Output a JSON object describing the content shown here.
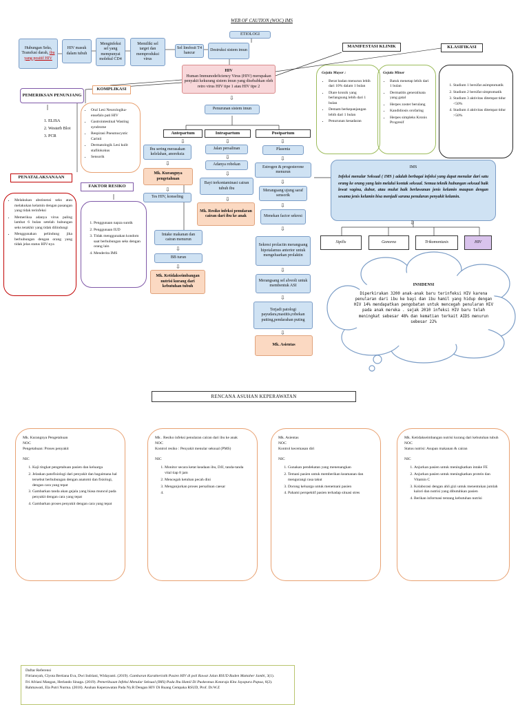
{
  "title": "WEB OF CAUTION (WOC) IMS",
  "etiology": {
    "header": "ETIOLOGI",
    "boxes": [
      {
        "pre": "Hubungan Seks, Transfusi darah, ",
        "link": "ibu yang positif HIV"
      },
      {
        "text": "HIV masuk dalam tubuh"
      },
      {
        "text": "Menginfeksi sel yang mempunyai molekul CD4"
      },
      {
        "text": "Memiliki sel target dan memproduksi virus"
      },
      {
        "text": "Sel limfosit T4 hancur"
      },
      {
        "text": "Destruksi sistem imun"
      }
    ]
  },
  "hiv": {
    "title": "HIV",
    "desc": "Human Immunodeficiency Virus (HIV) merupakan penyakit kekurang sistem imun yang disebabkan oleh retro virus HIV tipe 1 atau HIV tipe 2"
  },
  "immune_decline": "Penurunan sistem imun",
  "manifest": {
    "header": "MANIFESTASI KLINIK",
    "major_title": "Gejala Mayor :",
    "major": [
      "Berat badan menurun lebih dari 10% dalam 1 bulan",
      "Diare kronik yang berlangsung lebih dari 1 bulan",
      "Demam berkepanjangan lebih dari 1 bulan",
      "Penurunan kesadaran"
    ],
    "minor_title": "Gejala Minor",
    "minor": [
      "Batuk menetap lebih dari 1 bulan",
      "Dermatitis generalisata yang gatal",
      "Herpes zoster berulang",
      "Kandidiosis orofaring",
      "Herpes simpleks Kronis Progresif"
    ]
  },
  "klasifikasi": {
    "header": "KLASIFIKASI",
    "items": [
      "Stadium 1 bersifat asimptomatik",
      "Stadium 2 bersifat simptomatik",
      "Stadium 3 aktivitas ditempat tidur <50%",
      "Stadium 4 aktivitas ditempat tidur >50%"
    ]
  },
  "pemeriksaan": {
    "header": "PEMERIKSAN PENUNJANG",
    "items": [
      "ELISA",
      "Westerb Blot",
      "PCR"
    ]
  },
  "komplikasi": {
    "header": "KOMPLIKASI",
    "items": [
      "Oral Lesi Neurologika-ensefalo pati HIV",
      "Gastrointestinal Wasting syndrome",
      "Respirasi Pneumocystic Carinii",
      "Dermatologik Lesi kulit stafilokokus",
      "Sensorik"
    ]
  },
  "penatalaksanaan": {
    "header": "PENATALAKSANAAN",
    "items": [
      "Melakukan abstinensi seks atau melakukan kelamin dengan pasangan yang tidak terinfeksi",
      "Memeriksa adanya virus paling lambat 6 bulan setelah hubungan seks terakhir yang tidak dilindungi",
      "Menggunakan pelindung jika berhubungan dengan orang yang tidak jelas status HIV-nya"
    ]
  },
  "faktor": {
    "header": "FAKTOR RESIKO",
    "items": [
      "Penggunaan napza suntik",
      "Penggunaan IUD",
      "Tidak menggunakan kondom saat berhubungan seks dengan orang lain",
      "Menderita IMS"
    ]
  },
  "antepartum": {
    "header": "Antepartum",
    "steps": [
      "Ibu sering merasakan kelelahan, anoreksia"
    ],
    "dx1": "Mk. Kurangnya pengetahuan",
    "step2": "Tes HIV, konseling",
    "step3": "Intake makanan dan cairan menurun",
    "step4": "BB turun",
    "dx2": "Mk. Ketidakseimbangan nutrisi kurang dari kebutuhan tubuh"
  },
  "intrapartum": {
    "header": "Intrapartum",
    "steps": [
      "Jalan persalinan",
      "Adanya robekan",
      "Bayi terkontaminasi cairan tubuh ibu"
    ],
    "dx": "Mk. Resiko infeksi penularan cairan dari ibu ke anak"
  },
  "postpartum": {
    "header": "Postpartum",
    "steps": [
      "Plasenta",
      "Estrogen & progesterone menurun",
      "Merangsang ujung saraf sensorik",
      "Menekan factor sekresi",
      "Sekresi prolactin merangsang hipotalamus anterior untuk mengeluarkan prolaktin",
      "Merangsang sel alveoli untuk membentuk ASI",
      "Terjadi patologi payudara,mastitis,robekan putting,pendarahan puting"
    ],
    "dx": "Mk. Asientas"
  },
  "ims": {
    "title": "IMS",
    "desc": "Infeksi menular Seksual ( IMS ) adalah berbagai infeksi yang dapat menular dari satu orang ke orang yang lain melalui kontak seksual. Semua teknik hubungan seksual baik lewat vagina, dubur, atau mulut baik berlawanan jenis kelamin maupun dengan sesama jenis kelamin bisa menjadi sarana penularan penyakit kelamin.",
    "types": [
      "Sipilis",
      "Gonorea",
      "Trikomoniasis",
      "HIV"
    ]
  },
  "insidensi": {
    "title": "INSIDENSI",
    "text": "Diperkirakan 3200 anak-anak baru terinfeksi HIV karena penularan dari ibu ke bayi dan ibu hamil yang hidup dengan HIV 14% mendapatkan pengobatan untuk mencegah penularan HIV pada anak mereka . sejak 2010 infeksi HIV baru telah meningkat sebesar 48% dan kematian terkait AIDS menurun sebesar 22%"
  },
  "rencana_title": "RENCANA ASUHAN KEPERAWATAN",
  "care": [
    {
      "lines": [
        "Mk. Kurangnya Pengetahuan",
        "NOC",
        "Pengetahuan: Proses penyakit",
        "",
        "NIC"
      ],
      "items": [
        "Kaji tingkat pengetahuan pasien dan keluarga",
        "Jelaskan patofisiologi dari penyakit dan bagaimana hal tersebut berhubungan dengan anatomi dan fisiologi, dengan cara yang tepat",
        "Gambarkan tanda akan gejala yang biasa muncul pada penyakit dengan cara yang tepat",
        "Gambarkan proses penyakit dengan cara yang tepat"
      ]
    },
    {
      "lines": [
        "Mk . Resiko infeksi penularan cairan dari ibu ke anak",
        "NOC",
        "Kontrol resiko : Penyakit menular seksual (PMS)",
        "",
        "NIC"
      ],
      "items": [
        "Monitor secara ketat keadaan ibu, DJJ, tanda-tanda vital tiap 8 jam",
        "Mencegah ketuban pecah dini",
        "Menganjurkan proses persalinan caesar",
        ""
      ]
    },
    {
      "lines": [
        "Mk. Asientas",
        "NOC",
        "Kontrol kecemasan diri",
        "",
        "NIC"
      ],
      "items": [
        "Gunakan pendekatan yang menenangkan",
        "Temani pasien untuk memberikan keamanan dan mengurangi rasa takut",
        "Dorong keluarga untuk menemani pasien",
        "Pahami perspektif pasien terhadap situasi stres"
      ]
    },
    {
      "lines": [
        "Mk. Ketidakseimbangan nutrisi kurang dari kebutuhan tubuh",
        "NOC",
        "Status nutrisi: Asupan makanan & cairan",
        "",
        "NIC"
      ],
      "items": [
        "Anjurkan pasien untuk meningkatkan intake FE",
        "Anjurkan pasien untuk meningkatkan protein dan Vitamin C",
        "Kolaborasi dengan ahli gizi untuk menentukan jumlah kalori dan nutrisi yang dibutuhkan pasien",
        "Berikan informasi tentang kebutuhan nutrisi"
      ]
    }
  ],
  "refs": {
    "title": "Daftar Referensi",
    "r1_authors": "Fitriansyah, Clyota Bertiana Eva, Dwi Indriani, Widayanti. (2019).",
    "r1_title": "Gambaran Karakteristik Pasien HIV di poli Rawat Jalan RSUD Raden Mattaher Jambi,",
    "r1_vol": "3(1).",
    "r2_authors": "Fri Afriani Mangan, Herlando Sinaga. (2019).",
    "r2_title": "Pemeriksaan Infeksi Menular Seksual (IMS) Pada Ibu Hamil Di Puskesmas Kotaraja Kita Jayapura Papua,",
    "r2_vol": "6(2).",
    "r3": "Rahmawati, Ela Putri Nurma. (2018). Asuhan Keperawatan Pada Ny.R Dengan HIV Di Ruang Cempaka RSUD, Prof. Dr.W.Z"
  },
  "arrow_glyph": "⇩"
}
